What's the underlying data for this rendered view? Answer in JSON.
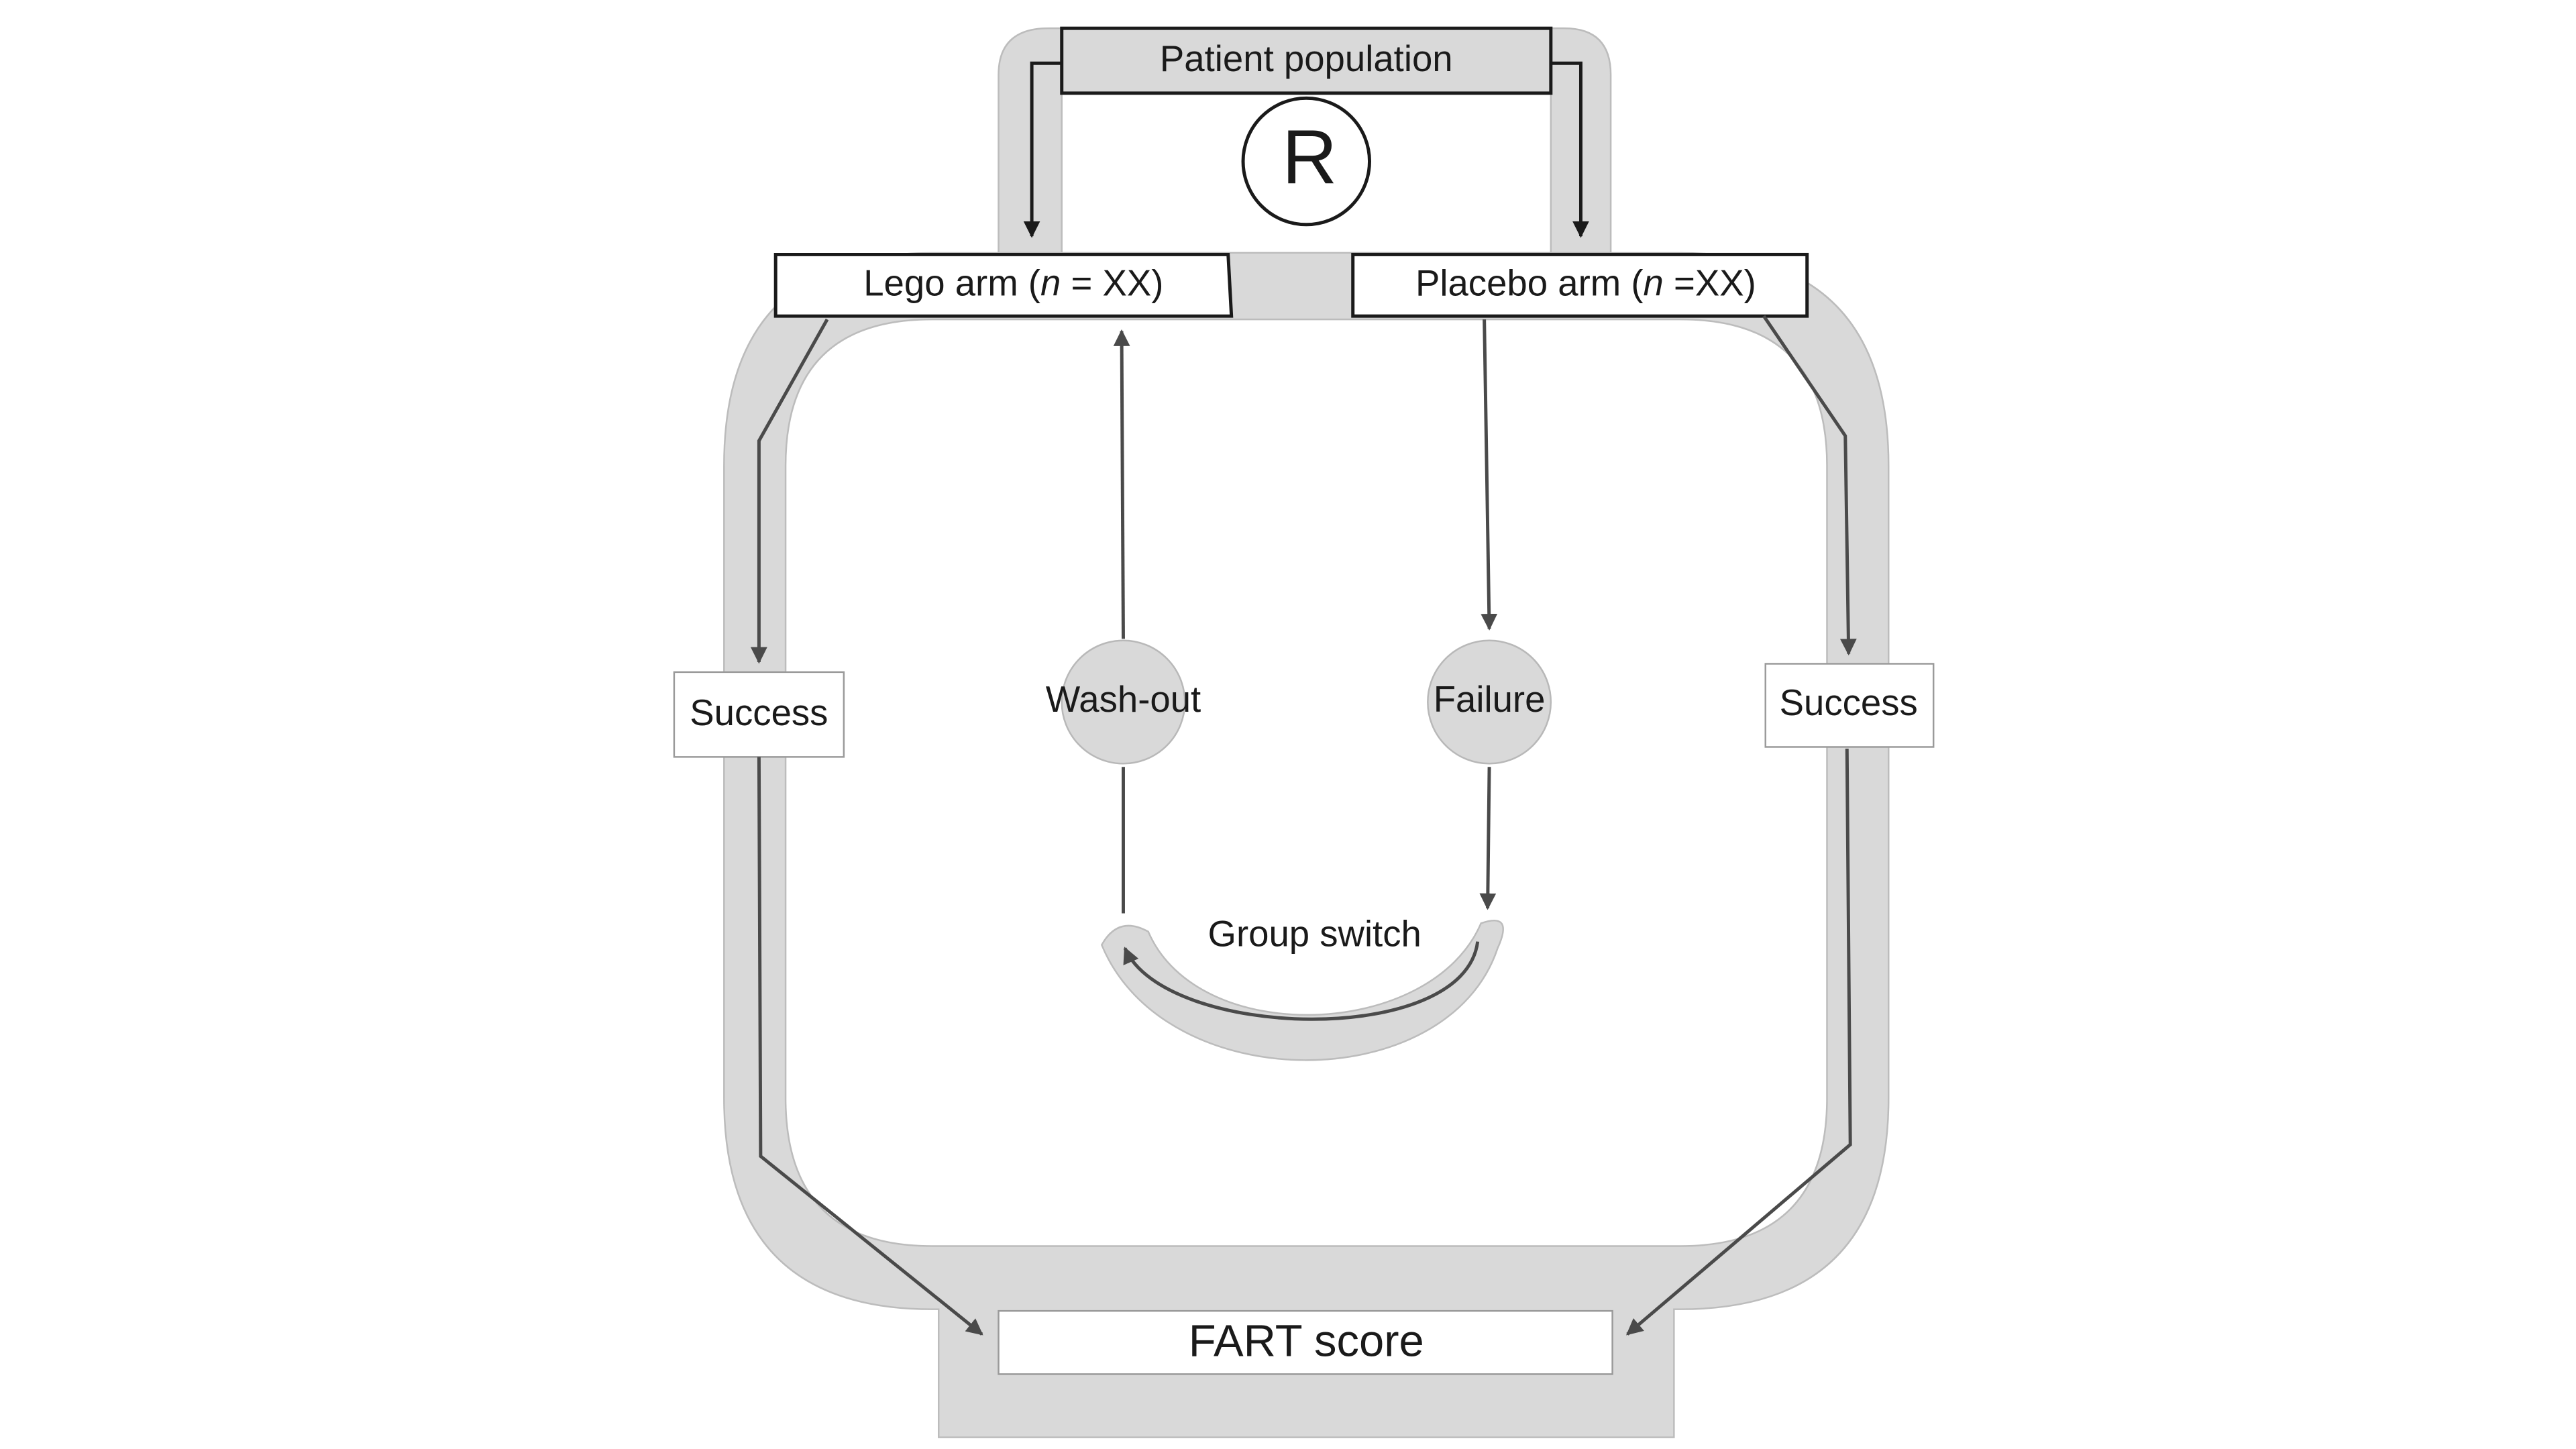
{
  "diagram": {
    "patient_population": "Patient population",
    "randomization": "R",
    "lego_arm": {
      "prefix": "Lego arm (",
      "n": "n",
      "suffix": " = XX)"
    },
    "placebo_arm": {
      "prefix": "Placebo arm (",
      "n": "n",
      "suffix": " =XX)"
    },
    "success_left": "Success",
    "success_right": "Success",
    "washout": "Wash-out",
    "failure": "Failure",
    "group_switch": "Group switch",
    "fart_score": "FART score"
  },
  "colors": {
    "band": "#d9d9d9",
    "band_edge": "#b8b8b8",
    "arrow": "#4a4a4a",
    "box_border": "#1a1a1a",
    "node_fill": "#d9d9d9"
  }
}
